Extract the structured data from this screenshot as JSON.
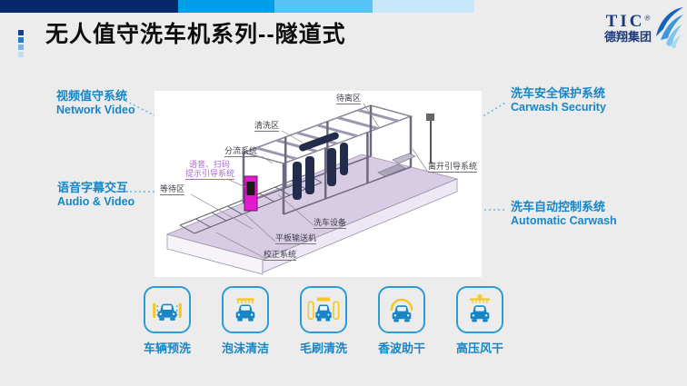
{
  "header": {
    "title": "无人值守洗车机系列--隧道式",
    "logo": {
      "brand": "TIC",
      "reg": "®",
      "company": "德翔集团"
    }
  },
  "callouts": {
    "network_video": {
      "zh": "视频值守系统",
      "en": "Network Video"
    },
    "audio_video": {
      "zh": "语音字幕交互",
      "en": "Audio & Video"
    },
    "carwash_security": {
      "zh": "洗车安全保护系统",
      "en": "Carwash Security"
    },
    "automatic_carwash": {
      "zh": "洗车自动控制系统",
      "en": "Automatic Carwash"
    }
  },
  "diagram": {
    "labels": {
      "wait_leave": "待离区",
      "washing": "清洗区",
      "diversion": "分流系统",
      "voice_line1": "语音、扫码",
      "voice_line2": "提示引导系统",
      "waiting": "等待区",
      "leave_guide": "离开引导系统",
      "equipment": "洗车设备",
      "conveyor": "平板输送机",
      "correction": "校正系统"
    }
  },
  "process": {
    "steps": [
      {
        "label": "车辆预洗",
        "icon": "car-prewash-icon"
      },
      {
        "label": "泡沫清洁",
        "icon": "foam-clean-icon"
      },
      {
        "label": "毛刷清洗",
        "icon": "brush-wash-icon"
      },
      {
        "label": "香波助干",
        "icon": "shampoo-dry-icon"
      },
      {
        "label": "高压风干",
        "icon": "air-dry-icon"
      }
    ]
  },
  "colors": {
    "accent_blue": "#1886C6",
    "icon_stroke": "#2B9CD8",
    "icon_yellow": "#F4C81F",
    "stripe_navy": "#07296B",
    "stripe_azure": "#009FE8",
    "stripe_sky": "#56C4F6",
    "stripe_pale": "#C9E7FB",
    "platform_lavender": "#D8CCE5",
    "kiosk_magenta": "#E318CF",
    "background": "#ECECEC"
  }
}
